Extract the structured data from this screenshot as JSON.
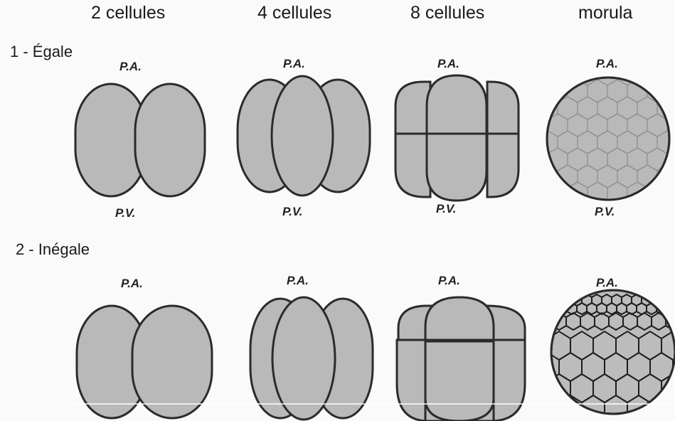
{
  "columns": [
    "2 cellules",
    "4 cellules",
    "8 cellules",
    "morula"
  ],
  "rows": [
    {
      "label": "1 - Égale",
      "top_pole": "P.A.",
      "bottom_pole": "P.V."
    },
    {
      "label": "2 - Inégale",
      "top_pole": "P.A.",
      "bottom_pole": ""
    }
  ],
  "poles": {
    "animal": "P.A.",
    "vegetal": "P.V."
  },
  "colors": {
    "cell_fill": "#b9b9b9",
    "outline": "#2b2b2b",
    "background": "#fafafa"
  }
}
